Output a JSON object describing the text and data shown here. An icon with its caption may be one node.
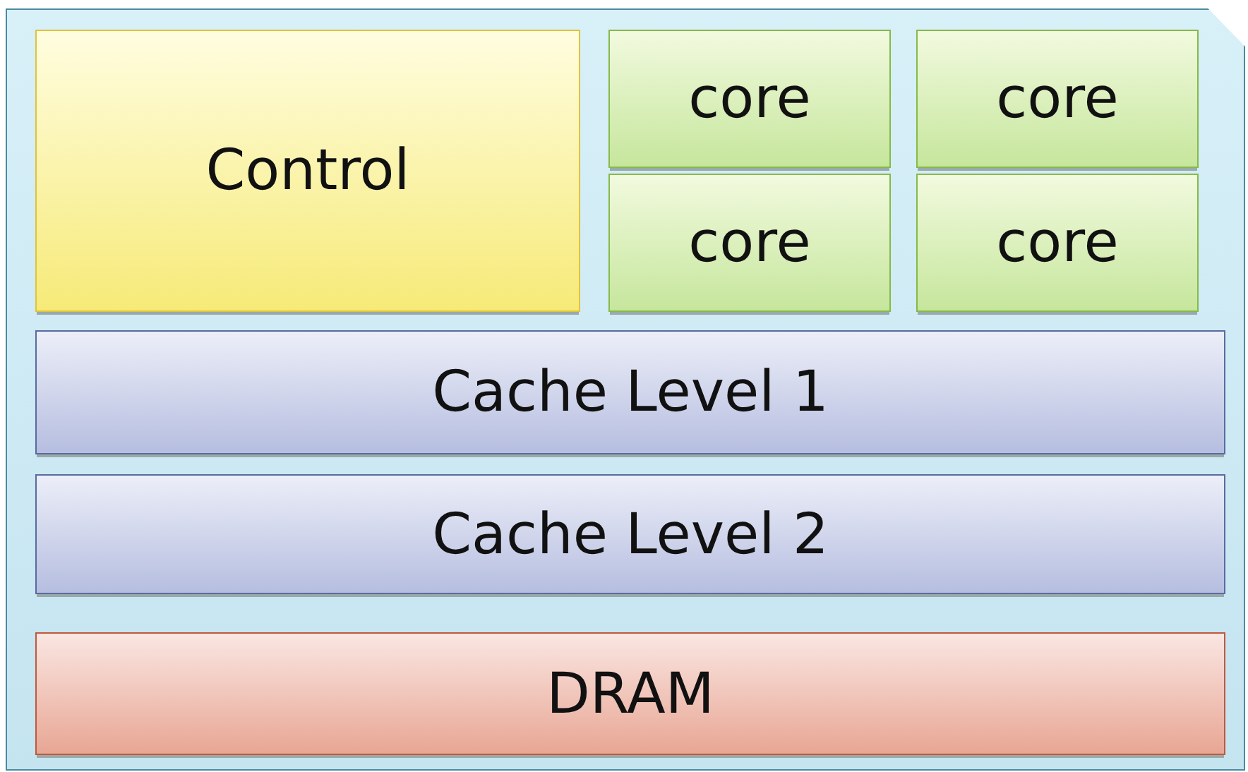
{
  "diagram": {
    "nodes": [
      {
        "text": [],
        "shape": "box"
      },
      {
        "text": [
          "Control"
        ],
        "in": 0
      },
      {
        "text": [
          "core"
        ],
        "in": 0
      },
      {
        "text": [
          "core"
        ],
        "in": 0
      },
      {
        "text": [
          "core"
        ],
        "in": 0
      },
      {
        "text": [
          "core"
        ],
        "in": 0
      },
      {
        "text": [
          "Cache Level 1"
        ],
        "in": 0
      },
      {
        "text": [
          "Cache Level 2"
        ],
        "in": 0
      },
      {
        "text": [
          "DRAM"
        ],
        "in": 0
      }
    ],
    "edges": []
  }
}
